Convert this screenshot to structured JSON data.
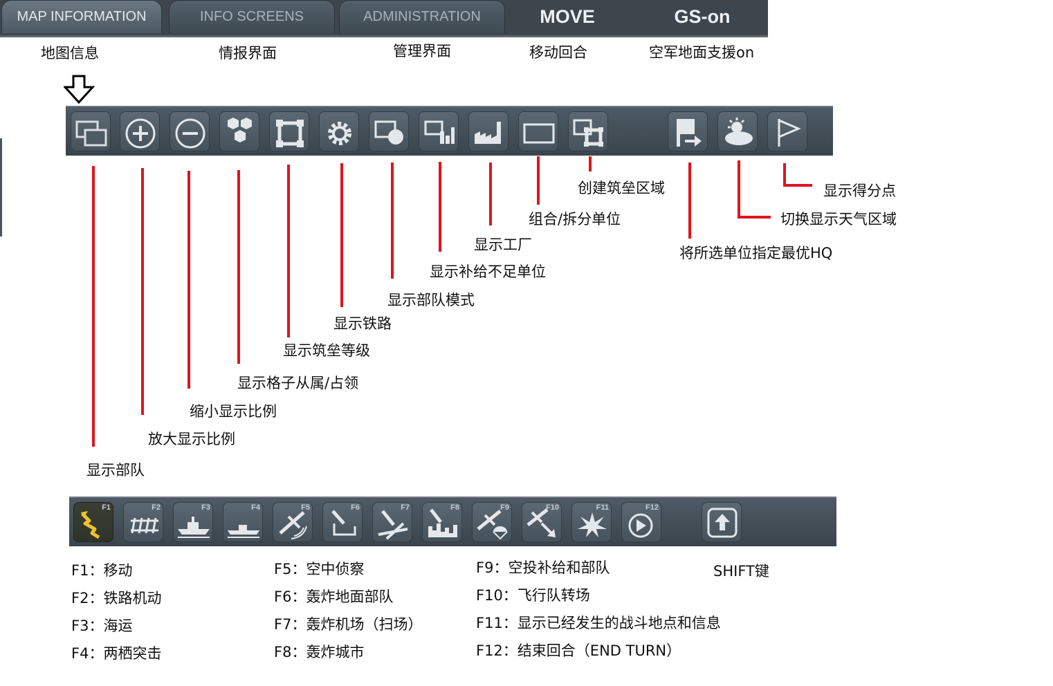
{
  "tabs": {
    "map_information": "MAP INFORMATION",
    "info_screens": "INFO SCREENS",
    "administration": "ADMINISTRATION",
    "move": "MOVE",
    "gs_on": "GS-on"
  },
  "tab_captions": {
    "map_information": "地图信息",
    "info_screens": "情报界面",
    "administration": "管理界面",
    "move": "移动回合",
    "gs_on": "空军地面支援on"
  },
  "toolbar_annotations": {
    "show_units": "显示部队",
    "zoom_in": "放大显示比例",
    "zoom_out": "缩小显示比例",
    "hex_control": "显示格子从属/占领",
    "fort_level": "显示筑垒等级",
    "rail": "显示铁路",
    "unit_mode": "显示部队模式",
    "low_supply": "显示补给不足单位",
    "factories": "显示工厂",
    "combine_split": "组合/拆分单位",
    "create_fort_zone": "创建筑垒区域",
    "assign_hq": "将所选单位指定最优HQ",
    "weather": "切换显示天气区域",
    "victory_points": "显示得分点"
  },
  "fkeys": [
    "F1",
    "F2",
    "F3",
    "F4",
    "F5",
    "F6",
    "F7",
    "F8",
    "F9",
    "F10",
    "F11",
    "F12"
  ],
  "legend": {
    "f1": "F1：移动",
    "f2": "F2：铁路机动",
    "f3": "F3：海运",
    "f4": "F4：两栖突击",
    "f5": "F5：空中侦察",
    "f6": "F6：轰炸地面部队",
    "f7": "F7：轰炸机场（扫场）",
    "f8": "F8：轰炸城市",
    "f9": "F9：空投补给和部队",
    "f10": "F10：飞行队转场",
    "f11": "F11：显示已经发生的战斗地点和信息",
    "f12": "F12：结束回合（END TURN）",
    "shift": "SHIFT键"
  },
  "colors": {
    "accent_red": "#e0141e",
    "bar": "#3d464d"
  }
}
